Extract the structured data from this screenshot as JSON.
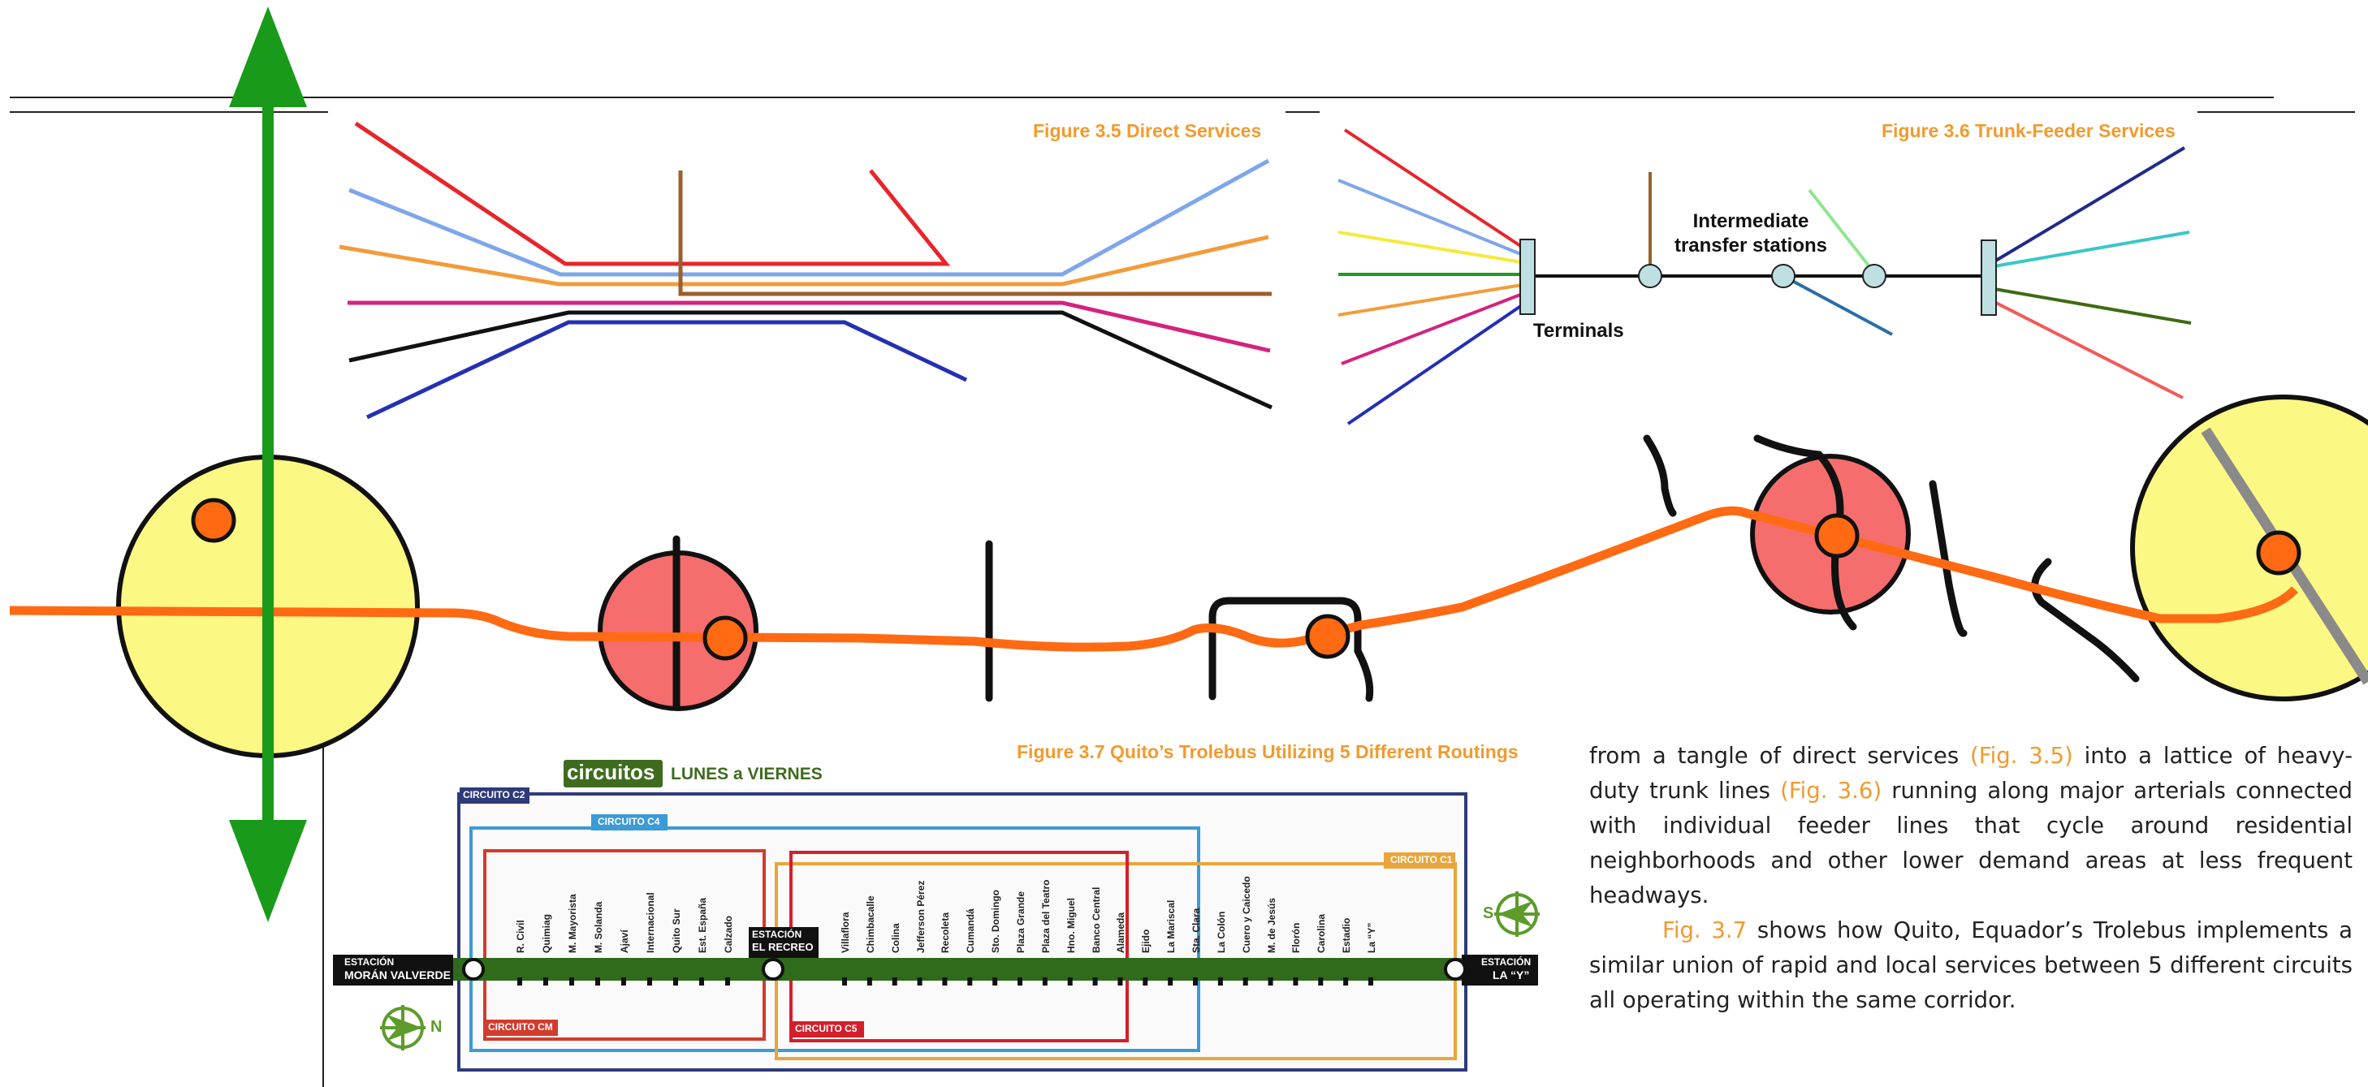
{
  "figures": {
    "fig35": {
      "title": "Figure 3.5   Direct Services"
    },
    "fig36": {
      "title": "Figure 3.6   Trunk-Feeder Services",
      "label_intermediate": "Intermediate\ntransfer stations",
      "label_terminals": "Terminals"
    },
    "fig37": {
      "title": "Figure 3.7   Quito’s Trolebus Utilizing 5 Different Routings"
    }
  },
  "map": {
    "header_badge": "circuitos",
    "header_days": "LUNES a VIERNES",
    "circuits": [
      "CIRCUITO C2",
      "CIRCUITO C4",
      "CIRCUITO C1",
      "CIRCUITO CM",
      "CIRCUITO C5"
    ],
    "terminal_west_l1": "ESTACIÓN",
    "terminal_west_l2": "MORÁN VALVERDE",
    "terminal_mid_l1": "ESTACIÓN",
    "terminal_mid_l2": "EL RECREO",
    "terminal_east_l1": "ESTACIÓN",
    "terminal_east_l2": "LA “Y”",
    "compass_n": "N",
    "compass_s": "S",
    "stops_west": [
      "R. Civil",
      "Quimiag",
      "M. Mayorista",
      "M. Solanda",
      "Ajaví",
      "Internacional",
      "Quito Sur",
      "Est. España",
      "Calzado"
    ],
    "stops_east": [
      "Villaflora",
      "Chimbacalle",
      "Colina",
      "Jefferson Pérez",
      "Recoleta",
      "Cumandá",
      "Sto. Domingo",
      "Plaza Grande",
      "Plaza del Teatro",
      "Hno. Miguel",
      "Banco Central",
      "Alameda",
      "Ejido",
      "La Mariscal",
      "Sta. Clara",
      "La Colón",
      "Cuero y Caicedo",
      "M. de Jesús",
      "Florón",
      "Carolina",
      "Estadio",
      "La “Y”"
    ]
  },
  "body": {
    "p1_a": "from a tangle of direct services ",
    "p1_ref1": "(Fig. 3.5)",
    "p1_b": " into a lattice of heavy-duty trunk lines ",
    "p1_ref2": "(Fig. 3.6)",
    "p1_c": " running along major arterials connected with individual feeder lines that cycle around residential neighborhoods and other lower demand areas at less frequent headways.",
    "p2_ref": "Fig. 3.7",
    "p2_a": " shows how Quito, Equador’s Trolebus implements a similar union of rapid and local services between 5 different circuits all operating within the same corridor."
  },
  "colors": {
    "orange_route": "#ff6a13",
    "yellow_zone": "#fcf884",
    "red_zone": "#f66d6d",
    "green_arrow": "#1a9a1a",
    "figure_title": "#f29a2e",
    "circuit_c2": "#2e3a7a",
    "circuit_c4": "#3c9ad6",
    "circuit_c1": "#e9a53a",
    "circuit_cm": "#d33b2c",
    "circuit_c5": "#d31f2a",
    "trunk_green": "#2f6b1a"
  },
  "icons": [
    "compass-north-icon",
    "compass-south-icon",
    "double-headed-arrow-icon"
  ]
}
